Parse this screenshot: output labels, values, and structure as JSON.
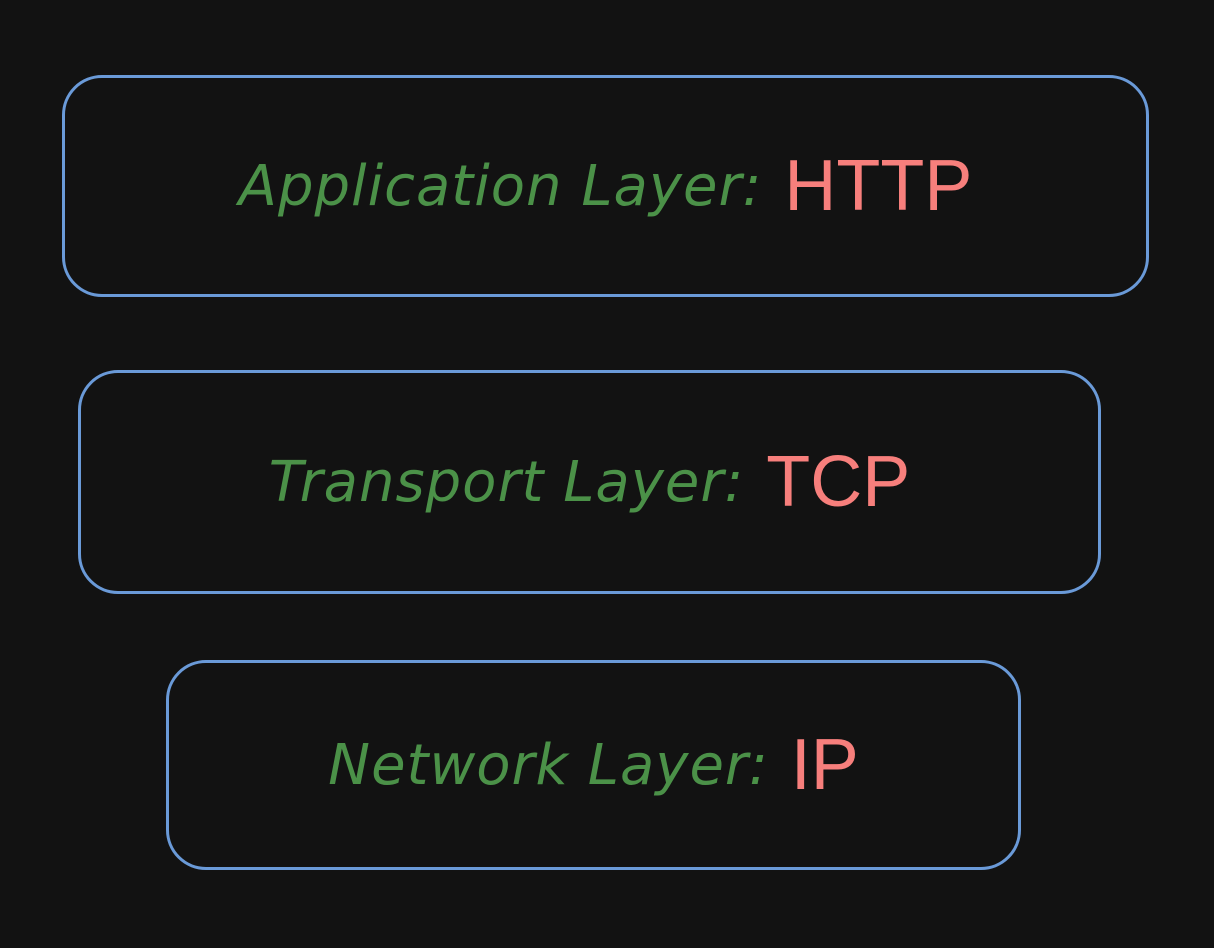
{
  "diagram": {
    "type": "network-stack",
    "colors": {
      "background": "#121212",
      "box_border": "#6a9ad8",
      "label_text": "#4b9148",
      "protocol_text": "#f77f7c"
    },
    "layers": [
      {
        "label": "Application Layer:",
        "protocol": "HTTP"
      },
      {
        "label": "Transport Layer:",
        "protocol": "TCP"
      },
      {
        "label": "Network Layer:",
        "protocol": "IP"
      }
    ]
  }
}
